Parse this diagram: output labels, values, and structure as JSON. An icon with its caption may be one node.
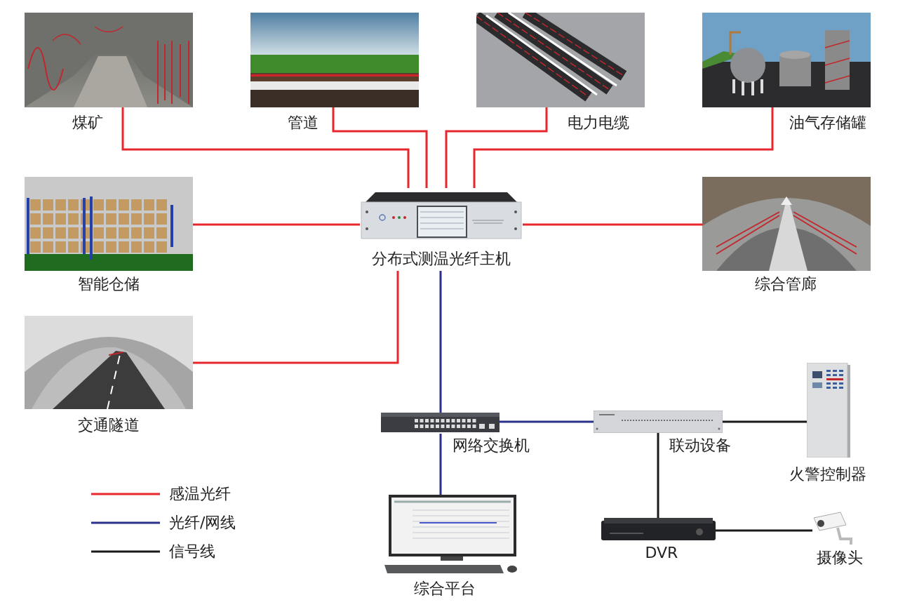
{
  "diagram": {
    "nodes": [
      {
        "text": [],
        "shape": "picture",
        "beside": [
          "煤矿"
        ]
      },
      {
        "text": [],
        "shape": "picture",
        "beside": [
          "管道"
        ]
      },
      {
        "text": [],
        "shape": "picture",
        "beside": [
          "电力电缆"
        ]
      },
      {
        "text": [],
        "shape": "picture",
        "beside": [
          "油气存储罐"
        ]
      },
      {
        "text": [],
        "shape": "picture",
        "beside": [
          "智能仓储"
        ]
      },
      {
        "text": [
          "分布式测温光纤主机"
        ]
      },
      {
        "text": [],
        "shape": "picture",
        "beside": [
          "综合管廊"
        ]
      },
      {
        "text": [],
        "shape": "picture",
        "beside": [
          "交通隧道"
        ]
      },
      {
        "text": [],
        "shape": "picture",
        "beside": [
          "网络交换机"
        ]
      },
      {
        "text": [],
        "shape": "picture",
        "beside": [
          "联动设备"
        ]
      },
      {
        "text": [],
        "shape": "picture",
        "beside": [
          "火警控制器"
        ]
      },
      {
        "text": [],
        "shape": "picture",
        "beside": [
          "综合平台"
        ]
      },
      {
        "text": [],
        "shape": "picture",
        "beside": [
          "DVR"
        ]
      },
      {
        "text": [],
        "shape": "picture",
        "beside": [
          "摄像头"
        ]
      }
    ],
    "edges": [
      {
        "from": 0,
        "to": 5,
        "arrow": "none"
      },
      {
        "from": 1,
        "to": 5,
        "arrow": "none"
      },
      {
        "from": 2,
        "to": 5,
        "arrow": "none"
      },
      {
        "from": 3,
        "to": 5,
        "arrow": "none"
      },
      {
        "from": 4,
        "to": 5,
        "arrow": "none"
      },
      {
        "from": 6,
        "to": 5,
        "arrow": "none"
      },
      {
        "from": 7,
        "to": 5,
        "arrow": "none"
      },
      {
        "from": 5,
        "to": 8,
        "arrow": "none",
        "color": "#2b2f8e"
      },
      {
        "from": 8,
        "to": 9,
        "arrow": "none",
        "color": "#2b2f8e"
      },
      {
        "from": 8,
        "to": 11,
        "arrow": "none",
        "color": "#2b2f8e"
      },
      {
        "from": 9,
        "to": 10,
        "arrow": "none",
        "color": "#1a1a1a"
      },
      {
        "from": 9,
        "to": 12,
        "arrow": "none",
        "color": "#1a1a1a"
      },
      {
        "from": 12,
        "to": 13,
        "arrow": "none",
        "color": "#1a1a1a"
      }
    ],
    "legend": [
      {
        "text": "感温光纤"
      },
      {
        "text": "光纤/网线"
      },
      {
        "text": "信号线"
      }
    ]
  }
}
